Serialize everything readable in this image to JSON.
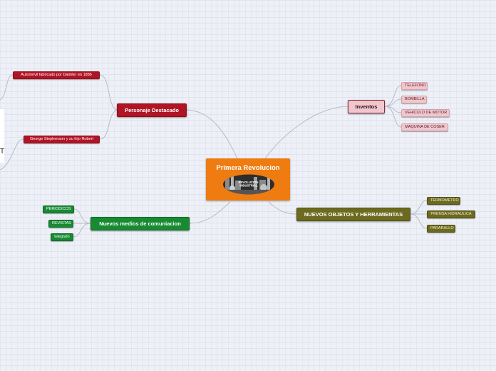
{
  "central": {
    "title": "Primera Revolucion",
    "image_caption": "REVOLUCION INDUSTRIAL"
  },
  "branches": {
    "personaje": {
      "label": "Personaje Destacado",
      "children": [
        "Automóvil fabricado por Daimler en 1886",
        "George Stephenson y su hijo Robert"
      ]
    },
    "inventos": {
      "label": "Inventos",
      "children": [
        "TELEFONO",
        "BOMBILLA",
        "VEHICULO DE MOTOR",
        "MAQUINA DE COSER"
      ]
    },
    "medios": {
      "label": "Nuevos medios de comuniacion",
      "children": [
        "PERIODICOS",
        "REVISTAS",
        "telegrafo"
      ]
    },
    "objetos": {
      "label": "NUEVOS OBJETOS Y HERRAMIENTAS",
      "children": [
        "TERMOMETRO",
        "PRENSA HIDRAULICA",
        "PARARALLO"
      ]
    }
  },
  "edge_fragment": "T",
  "colors": {
    "central": "#ef7c10",
    "personaje": "#b11424",
    "inventos": "#efc7cd",
    "medios": "#178a32",
    "objetos": "#6c6a1f",
    "links": "#b8bcc6"
  }
}
